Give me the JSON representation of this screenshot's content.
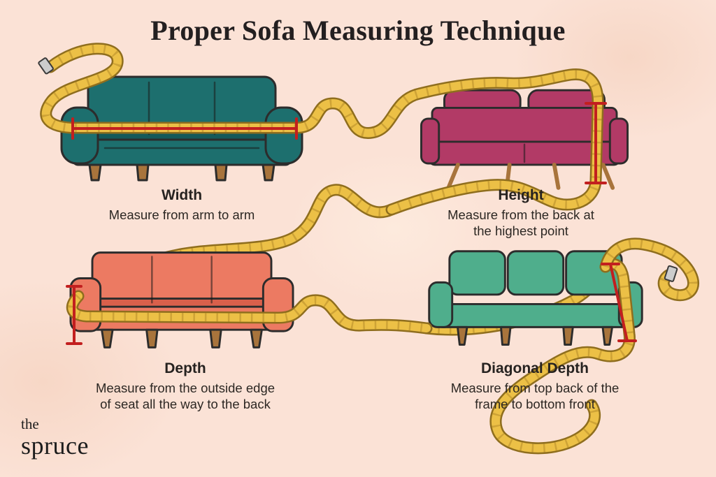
{
  "title": "Proper Sofa Measuring Technique",
  "brand": {
    "line1": "the",
    "line2": "spruce"
  },
  "sections": [
    {
      "id": "width",
      "label": "Width",
      "description": "Measure from arm to arm",
      "sofa_color": "#1d6f6e",
      "sofa_shade": "#14595a"
    },
    {
      "id": "height",
      "label": "Height",
      "description": "Measure from the back at\nthe highest point",
      "sofa_color": "#b23a66",
      "sofa_shade": "#962b51"
    },
    {
      "id": "depth",
      "label": "Depth",
      "description": "Measure from the outside edge\nof seat all the way to the back",
      "sofa_color": "#ec7a62",
      "sofa_shade": "#d9604b"
    },
    {
      "id": "diagonal_depth",
      "label": "Diagonal Depth",
      "description": "Measure from top back of the\nframe to bottom front",
      "sofa_color": "#4fae8c",
      "sofa_shade": "#3c9374"
    }
  ],
  "colors": {
    "background": "#fbe2d6",
    "title_text": "#231f20",
    "label_text": "#2c2723",
    "tape": "#ecc046",
    "tape_outline": "#8f6e1e",
    "tape_marks": "#bb8f2b",
    "measure_line": "#c21f1f",
    "wood": "#a8743c",
    "brand_text": "#1d1d1d"
  }
}
